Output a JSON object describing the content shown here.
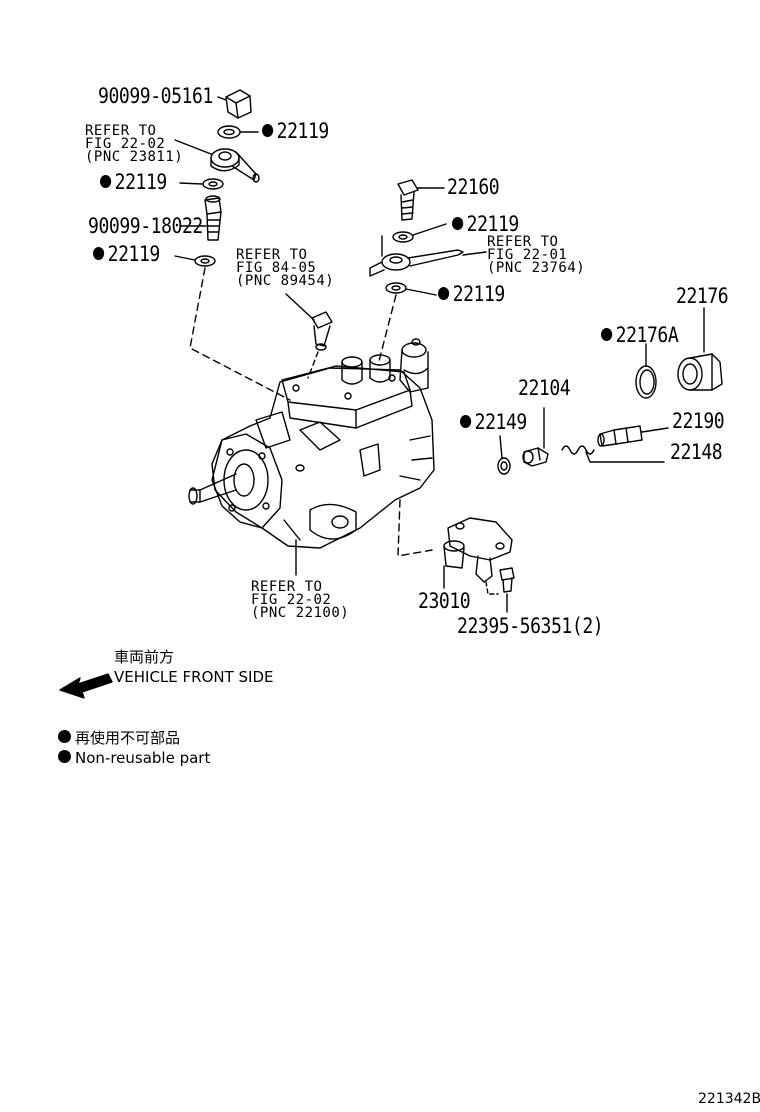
{
  "parts": {
    "p_90099_05161": "90099-05161",
    "p_22119_a": "22119",
    "p_22119_b": "22119",
    "p_90099_18022": "90099-18022",
    "p_22119_c": "22119",
    "p_22160": "22160",
    "p_22119_d": "22119",
    "p_22119_e": "22119",
    "p_22176": "22176",
    "p_22176A": "22176A",
    "p_22104": "22104",
    "p_22149": "22149",
    "p_22190": "22190",
    "p_22148": "22148",
    "p_23010": "23010",
    "p_22395": "22395-56351(2)"
  },
  "refs": {
    "ref1": {
      "l1": "REFER TO",
      "l2": "FIG 22-02",
      "l3": "(PNC 23811)"
    },
    "ref2": {
      "l1": "REFER TO",
      "l2": "FIG 84-05",
      "l3": "(PNC 89454)"
    },
    "ref3": {
      "l1": "REFER TO",
      "l2": "FIG 22-01",
      "l3": "(PNC 23764)"
    },
    "ref4": {
      "l1": "REFER TO",
      "l2": "FIG 22-02",
      "l3": "(PNC 22100)"
    }
  },
  "vehicle_front": {
    "jp": "車両前方",
    "en": "VEHICLE FRONT SIDE"
  },
  "legend": {
    "jp": "再使用不可部品",
    "en": "Non-reusable part"
  },
  "diagram_id": "221342B"
}
